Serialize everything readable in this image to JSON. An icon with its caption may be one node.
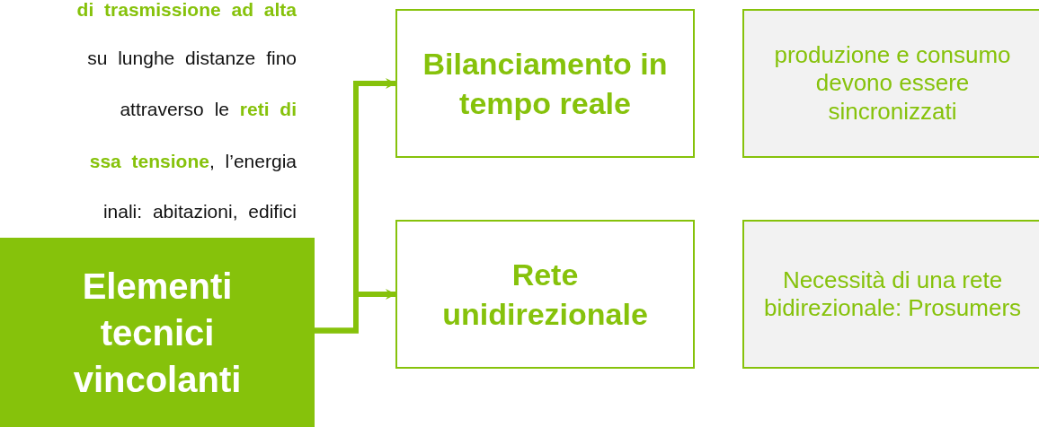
{
  "diagram": {
    "nodes": [
      {
        "text": [
          "Elementi tecnici vincolanti"
        ]
      },
      {
        "text": [
          "Bilanciamento in tempo reale"
        ]
      },
      {
        "text": [
          "Rete unidirezionale"
        ]
      },
      {
        "text": [
          "produzione e consumo devono essere sincronizzati"
        ]
      },
      {
        "text": [
          "Necessità di una rete bidirezionale: Prosumers"
        ]
      }
    ],
    "edges": [
      {
        "from": 0,
        "to": 1,
        "arrow": "to"
      },
      {
        "from": 0,
        "to": 2,
        "arrow": "to"
      }
    ],
    "labels": [
      "di trasmissione ad alta",
      "su lunghe distanze fino",
      "attraverso le **reti di**",
      "**ssa tensione**, l’energia",
      "inali: abitazioni, edifici"
    ]
  }
}
